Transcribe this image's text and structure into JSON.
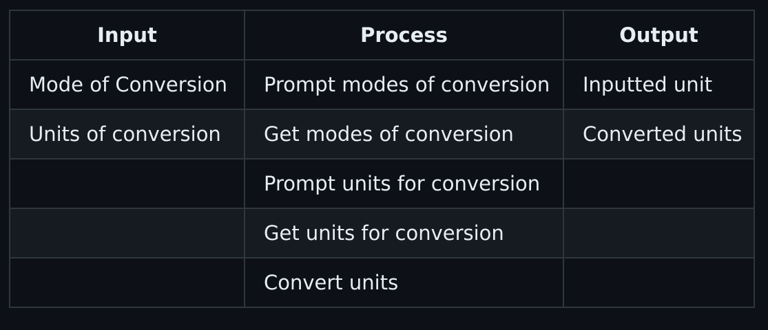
{
  "table": {
    "headers": [
      "Input",
      "Process",
      "Output"
    ],
    "rows": [
      [
        "Mode of Conversion",
        "Prompt modes of conversion",
        "Inputted unit"
      ],
      [
        "Units of conversion",
        "Get modes of conversion",
        "Converted units"
      ],
      [
        "",
        "Prompt units for conversion",
        ""
      ],
      [
        "",
        "Get units for conversion",
        ""
      ],
      [
        "",
        "Convert units",
        ""
      ]
    ]
  },
  "colors": {
    "background": "#0d1117",
    "row_alt": "#161b22",
    "border": "#30363d",
    "text": "#e6edf3"
  }
}
